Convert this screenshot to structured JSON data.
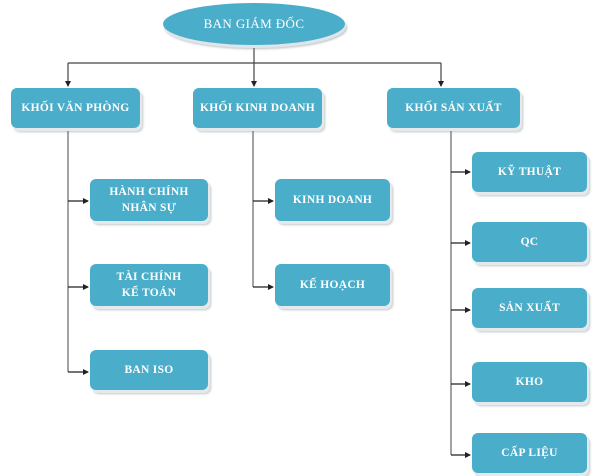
{
  "root": {
    "label": "BAN GIÁM ĐỐC"
  },
  "divisions": [
    {
      "label": "KHỐI VĂN PHÒNG",
      "departments": [
        {
          "lines": [
            "HÀNH CHÍNH",
            "NHÂN SỰ"
          ]
        },
        {
          "lines": [
            "TÀI CHÍNH",
            "KẾ TOÁN"
          ]
        },
        {
          "lines": [
            "BAN ISO"
          ]
        }
      ]
    },
    {
      "label": "KHỐI KINH DOANH",
      "departments": [
        {
          "lines": [
            "KINH DOANH"
          ]
        },
        {
          "lines": [
            "KẾ HOẠCH"
          ]
        }
      ]
    },
    {
      "label": "KHỐI SẢN XUẤT",
      "departments": [
        {
          "lines": [
            "KỸ THUẬT"
          ]
        },
        {
          "lines": [
            "QC"
          ]
        },
        {
          "lines": [
            "SẢN XUẤT"
          ]
        },
        {
          "lines": [
            "KHO"
          ]
        },
        {
          "lines": [
            "CẤP LIỆU"
          ]
        }
      ]
    }
  ],
  "colors": {
    "node_fill": "#4aaecb",
    "node_text": "#ffffff",
    "connector": "#333333"
  }
}
